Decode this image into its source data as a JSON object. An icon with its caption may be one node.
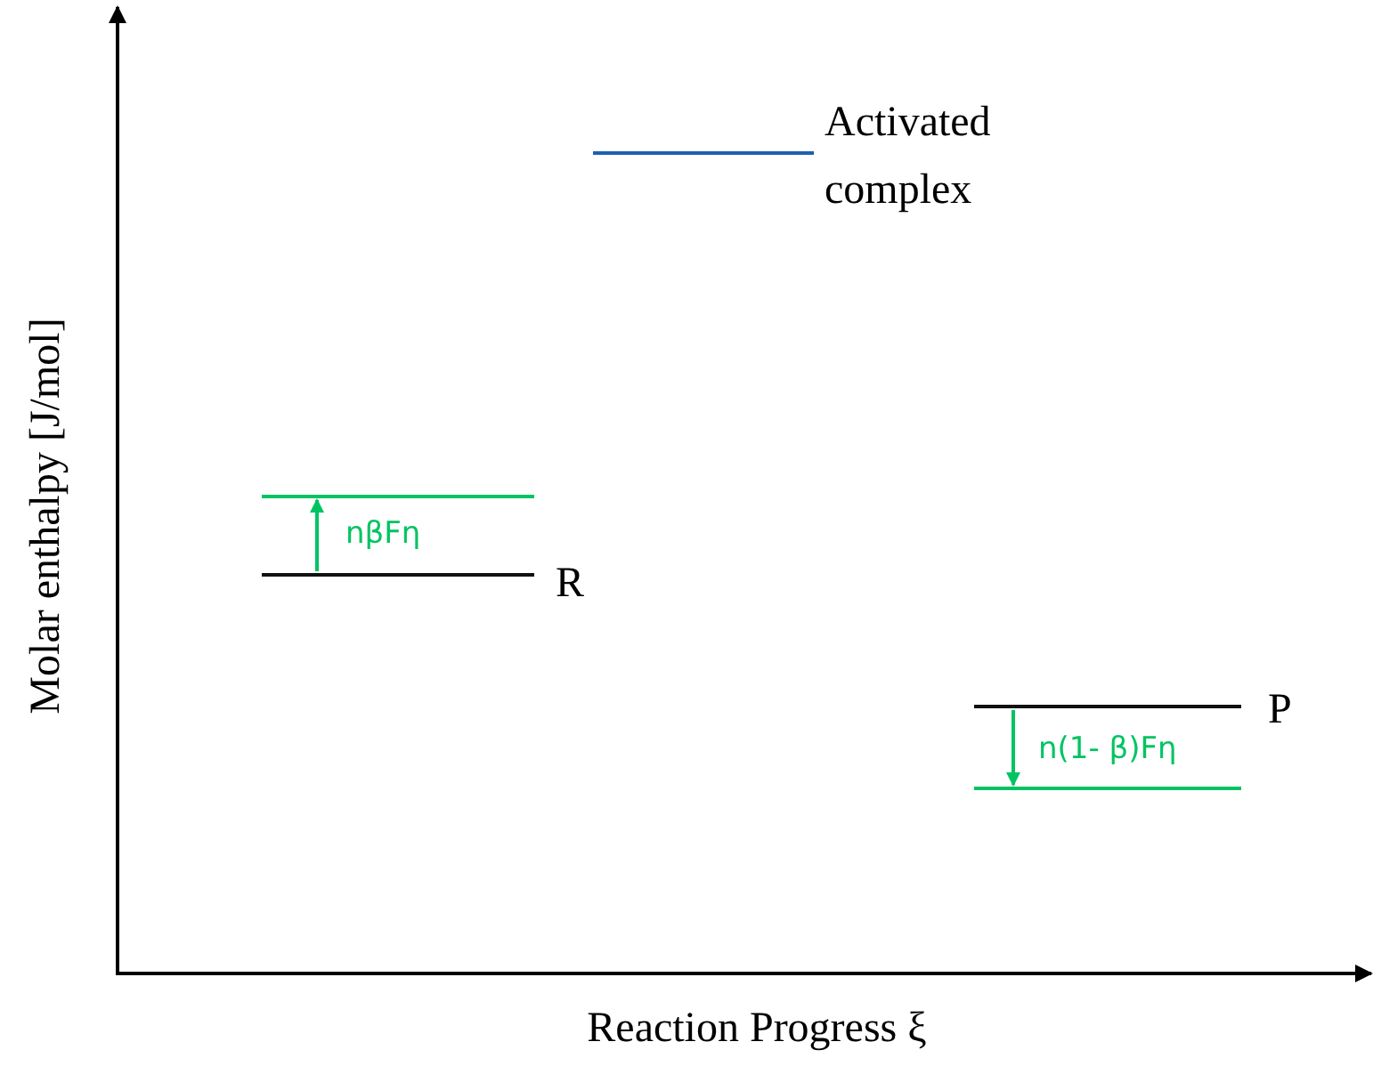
{
  "diagram": {
    "nodes": [
      {
        "text": [],
        "shape": "bar",
        "beside": [
          "Activated complex"
        ]
      },
      {
        "text": [],
        "shape": "bar"
      },
      {
        "text": [],
        "shape": "bar",
        "beside": [
          "R"
        ]
      },
      {
        "text": [],
        "shape": "bar",
        "beside": [
          "P"
        ]
      },
      {
        "text": [],
        "shape": "bar"
      }
    ],
    "edges": [
      {
        "from": 2,
        "to": 1,
        "arrow": "to",
        "label": "nβFη"
      },
      {
        "from": 3,
        "to": 4,
        "arrow": "to",
        "label": "n(1- β)Fη"
      }
    ],
    "labels": [
      "Molar enthalpy [J/mol]",
      "Reaction Progress ξ"
    ]
  }
}
